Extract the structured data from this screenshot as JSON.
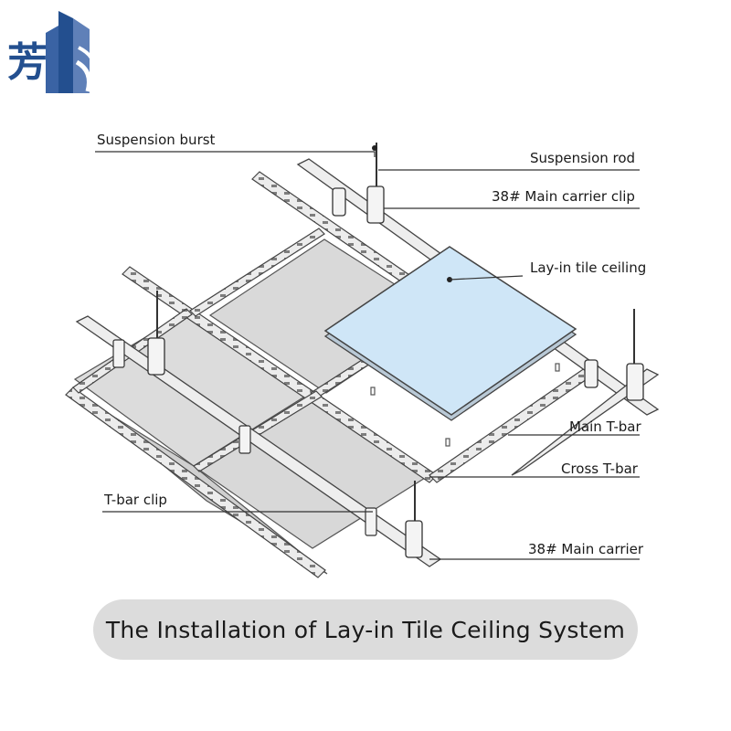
{
  "logo": {
    "char": "芳"
  },
  "labels": {
    "suspension_burst": "Suspension burst",
    "suspension_rod": "Suspension rod",
    "main_carrier_clip": "38# Main carrier clip",
    "lay_in_tile_ceiling": "Lay-in tile ceiling",
    "main_t_bar": "Main T-bar",
    "cross_t_bar": "Cross T-bar",
    "t_bar_clip": "T-bar clip",
    "main_carrier": "38# Main carrier"
  },
  "caption": "The Installation of Lay-in Tile Ceiling System",
  "colors": {
    "brand_blue": "#234f8f",
    "tile_blue": "#cfe6f7",
    "steel": "#e9e9e9",
    "panel": "#dcdcdc",
    "line": "#444444",
    "caption_bg": "#dcdcdc"
  }
}
